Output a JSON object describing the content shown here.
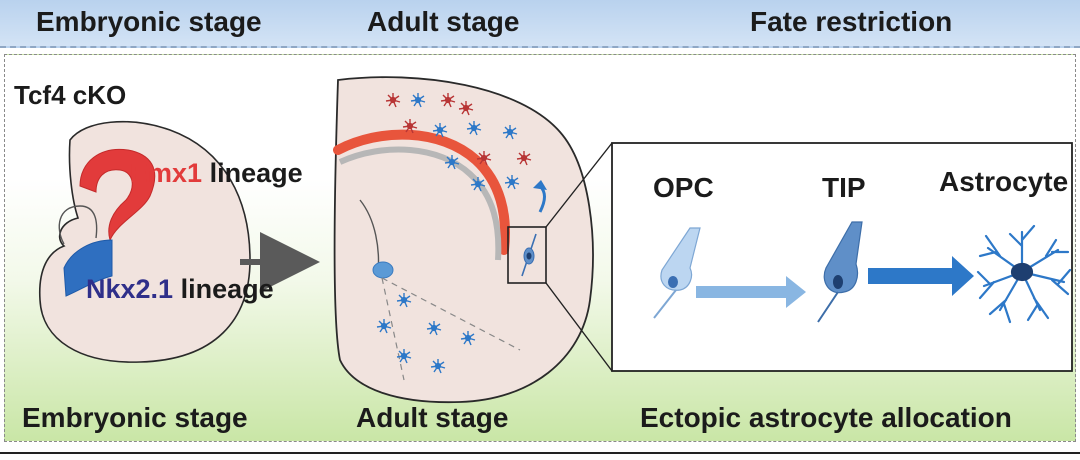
{
  "header": {
    "left_stage": "Embryonic stage",
    "middle_stage": "Adult stage",
    "right_stage": "Fate restriction"
  },
  "panel": {
    "title": "Tcf4 cKO",
    "emx1_marker": "Emx1",
    "emx1_suffix": "lineage",
    "nkx21_marker": "Nkx2.1",
    "nkx21_suffix": "lineage",
    "inset": {
      "opc": "OPC",
      "tip": "TIP",
      "astrocyte": "Astrocyte"
    },
    "footer": {
      "left_stage": "Embryonic stage",
      "middle_stage": "Adult stage",
      "right_caption": "Ectopic astrocyte allocation"
    }
  },
  "colors": {
    "emx1": "#e23b3b",
    "nkx21": "#2f2f8a",
    "nkx21_region": "#2f6fc0",
    "astrocyte_red": "#b83535",
    "astrocyte_blue": "#2d78c8",
    "arrow_gray": "#5a5a5a",
    "cortex_fill": "#f1e3de"
  }
}
